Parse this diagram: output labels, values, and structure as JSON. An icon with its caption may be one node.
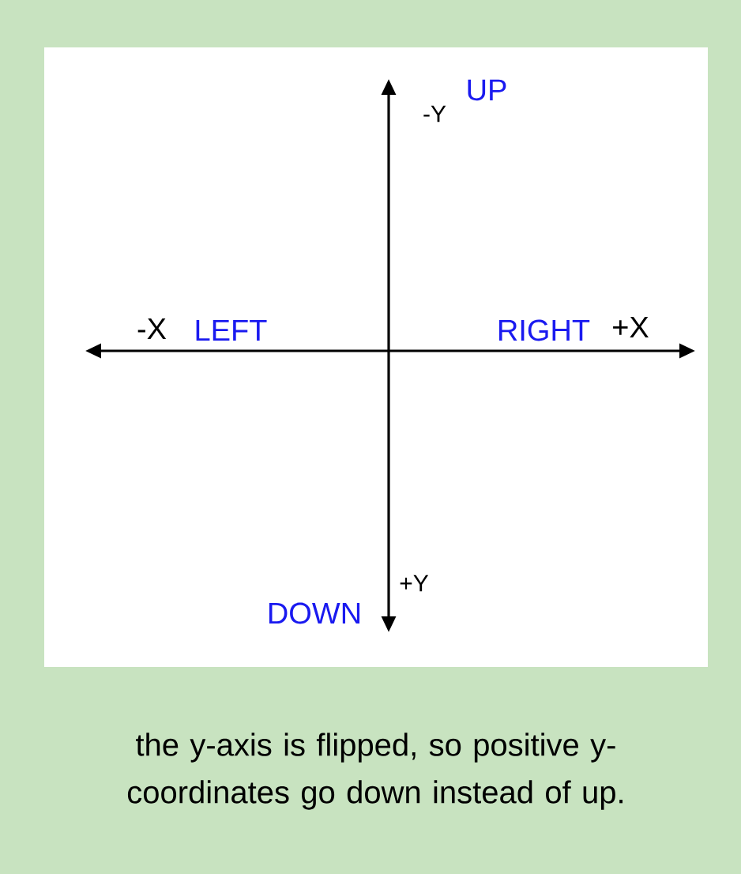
{
  "diagram": {
    "caption": "the y-axis is flipped, so positive y-coordinates go down instead of up.",
    "labels": [
      "-Y",
      "UP",
      "-X",
      "LEFT",
      "RIGHT",
      "+X",
      "+Y",
      "DOWN"
    ]
  }
}
